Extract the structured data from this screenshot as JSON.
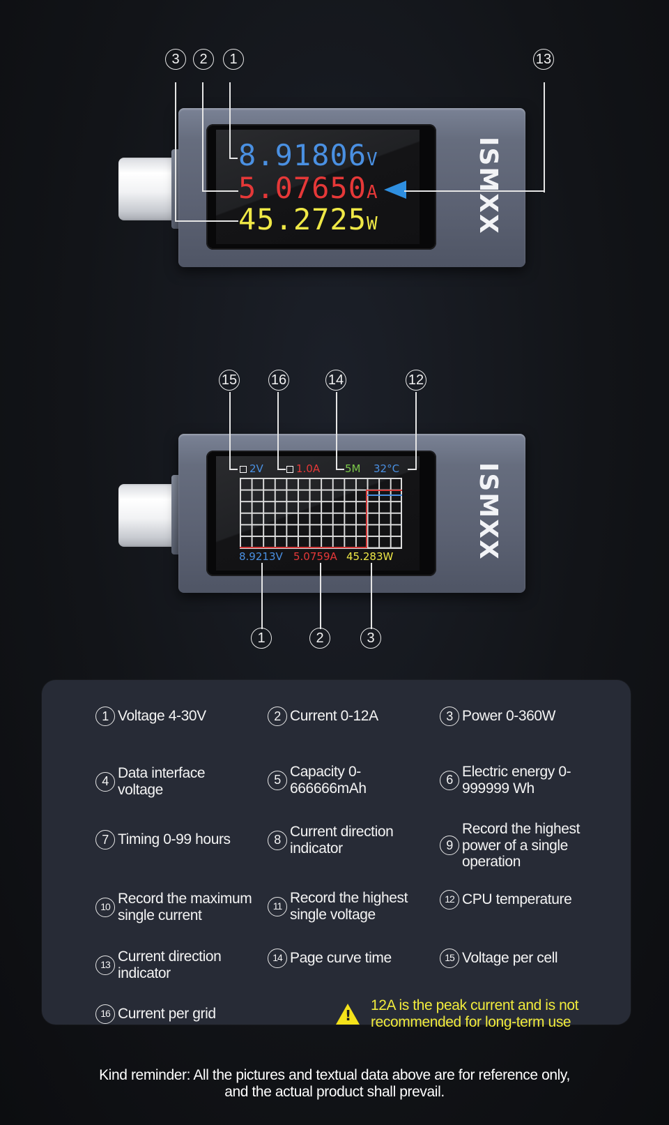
{
  "top_device": {
    "brand": "ISMXX",
    "readings": {
      "voltage": {
        "value": "8.91806",
        "unit": "V",
        "color": "#4a90e2"
      },
      "current": {
        "value": "5.07650",
        "unit": "A",
        "color": "#e53838"
      },
      "power": {
        "value": "45.2725",
        "unit": "W",
        "color": "#efe846"
      }
    },
    "callouts": [
      "3",
      "2",
      "1",
      "13"
    ],
    "direction_arrow": "arrow-left-icon"
  },
  "bottom_device": {
    "brand": "ISMXX",
    "header": {
      "voltage_per_cell": "2V",
      "current_per_grid": "1.0A",
      "curve_time": "5M",
      "cpu_temp": "32°C"
    },
    "footer": {
      "voltage": "8.9213V",
      "current": "5.0759A",
      "power": "45.283W"
    },
    "grid": {
      "columns": 14,
      "rows": 6
    },
    "callouts_top": [
      "15",
      "16",
      "14",
      "12"
    ],
    "callouts_bottom": [
      "1",
      "2",
      "3"
    ]
  },
  "features": [
    {
      "num": "1",
      "text": "Voltage 4-30V"
    },
    {
      "num": "2",
      "text": "Current 0-12A"
    },
    {
      "num": "3",
      "text": "Power 0-360W"
    },
    {
      "num": "4",
      "text": "Data interface voltage"
    },
    {
      "num": "5",
      "text": "Capacity 0-666666mAh"
    },
    {
      "num": "6",
      "text": "Electric energy 0-999999 Wh"
    },
    {
      "num": "7",
      "text": "Timing 0-99 hours"
    },
    {
      "num": "8",
      "text": "Current direction indicator"
    },
    {
      "num": "9",
      "text": "Record the highest power of a single operation"
    },
    {
      "num": "10",
      "text": "Record the maximum single current"
    },
    {
      "num": "11",
      "text": "Record the highest single voltage"
    },
    {
      "num": "12",
      "text": "CPU temperature"
    },
    {
      "num": "13",
      "text": "Current direction indicator"
    },
    {
      "num": "14",
      "text": "Page curve time"
    },
    {
      "num": "15",
      "text": "Voltage per cell"
    },
    {
      "num": "16",
      "text": "Current per grid"
    }
  ],
  "warning": {
    "icon": "warning-triangle-icon",
    "line1": "12A is the peak current and is not",
    "line2": "recommended for long-term use",
    "color": "#f2ec3c"
  },
  "reminder": {
    "line1": "Kind reminder: All the pictures and textual data above are for reference only,",
    "line2": "and the actual product shall prevail."
  }
}
